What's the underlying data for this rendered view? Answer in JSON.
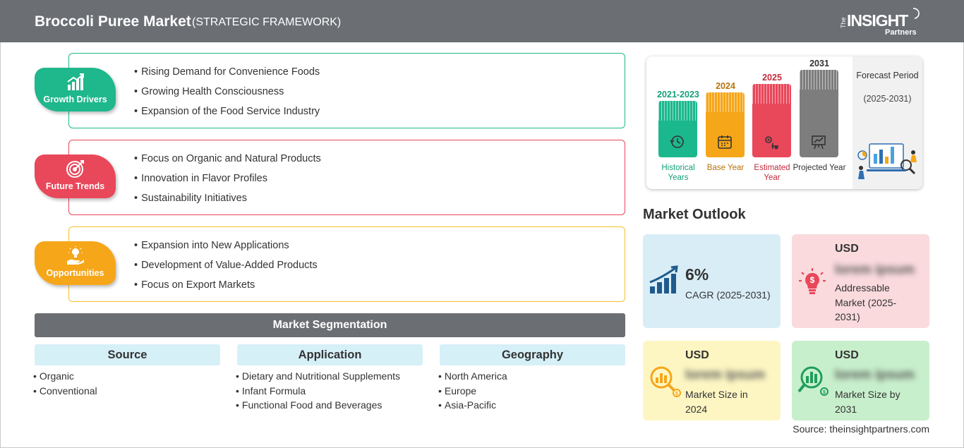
{
  "header": {
    "title": "Broccoli Puree Market",
    "subtitle": "(STRATEGIC FRAMEWORK)",
    "logo": {
      "the": "The",
      "insight": "INSIGHT",
      "partners": "Partners"
    }
  },
  "framework": [
    {
      "label": "Growth Drivers",
      "color": "#1fb78c",
      "icon": "growth-chart-icon",
      "items": [
        "Rising Demand for Convenience Foods",
        "Growing Health Consciousness",
        "Expansion of the Food Service Industry"
      ]
    },
    {
      "label": "Future Trends",
      "color": "#e9475a",
      "icon": "target-icon",
      "items": [
        "Focus on Organic and Natural Products",
        "Innovation in Flavor Profiles",
        "Sustainability Initiatives"
      ]
    },
    {
      "label": "Opportunities",
      "color": "#f6a619",
      "icon": "idea-hand-icon",
      "items": [
        "Expansion into New Applications",
        "Development of Value-Added Products",
        "Focus on Export Markets"
      ]
    }
  ],
  "segmentation": {
    "title": "Market Segmentation",
    "columns": [
      {
        "head": "Source",
        "items": [
          "Organic",
          "Conventional"
        ]
      },
      {
        "head": "Application",
        "items": [
          "Dietary and Nutritional Supplements",
          "Infant Formula",
          "Functional Food and Beverages"
        ]
      },
      {
        "head": "Geography",
        "items": [
          "North America",
          "Europe",
          "Asia-Pacific"
        ]
      }
    ]
  },
  "timeline": {
    "periods": [
      {
        "year": "2021-2023",
        "label": "Historical Years",
        "color": "#1cb88d",
        "year_color": "#17a07a",
        "icon": "history-clock-icon"
      },
      {
        "year": "2024",
        "label": "Base Year",
        "color": "#f6a619",
        "year_color": "#b7740b",
        "icon": "calendar-icon"
      },
      {
        "year": "2025",
        "label": "Estimated Year",
        "color": "#e9475a",
        "year_color": "#c22a3c",
        "icon": "estimate-gears-icon"
      },
      {
        "year": "2031",
        "label": "Projected Year",
        "color": "#7d7d7d",
        "year_color": "#333333",
        "icon": "projection-board-icon"
      }
    ],
    "forecast_label": "Forecast Period",
    "forecast_years": "(2025-2031)"
  },
  "outlook": {
    "title": "Market Outlook",
    "cagr": {
      "value": "6%",
      "desc": "CAGR (2025-2031)",
      "bg": "#d9edf7"
    },
    "addressable": {
      "usd": "USD",
      "value": "lorem ipsum",
      "desc": "Addressable Market (2025-2031)",
      "bg": "#fadadd"
    },
    "size2024": {
      "usd": "USD",
      "value": "lorem ipsum",
      "desc": "Market Size in 2024",
      "bg": "#fdf6c3"
    },
    "size2031": {
      "usd": "USD",
      "value": "lorem ipsum",
      "desc": "Market Size by 2031",
      "bg": "#c8efcc"
    }
  },
  "source": "Source: theinsightpartners.com"
}
